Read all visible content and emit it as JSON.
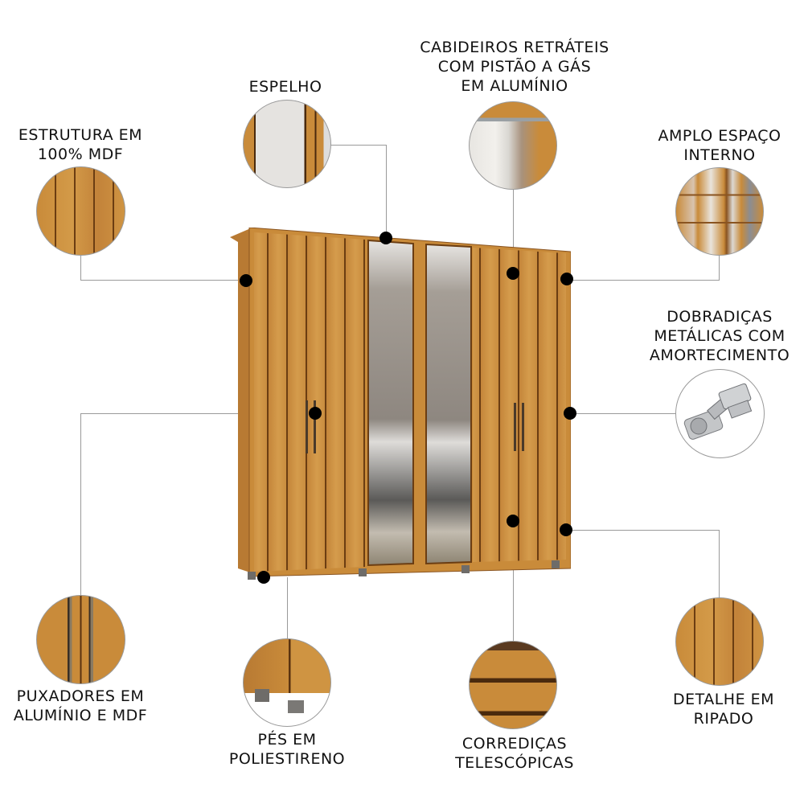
{
  "features": [
    {
      "id": "estrutura",
      "lines": [
        "ESTRUTURA EM",
        "100% MDF"
      ]
    },
    {
      "id": "espelho",
      "lines": [
        "ESPELHO"
      ]
    },
    {
      "id": "cabideiros",
      "lines": [
        "CABIDEIROS RETRÁTEIS",
        "COM PISTÃO A GÁS",
        "EM ALUMÍNIO"
      ]
    },
    {
      "id": "amplo",
      "lines": [
        "AMPLO ESPAÇO",
        "INTERNO"
      ]
    },
    {
      "id": "dobradicas",
      "lines": [
        "DOBRADIÇAS",
        "METÁLICAS COM",
        "AMORTECIMENTO"
      ]
    },
    {
      "id": "puxadores",
      "lines": [
        "PUXADORES EM",
        "ALUMÍNIO E MDF"
      ]
    },
    {
      "id": "pes",
      "lines": [
        "PÉS EM",
        "POLIESTIRENO"
      ]
    },
    {
      "id": "corredicas",
      "lines": [
        "CORREDIÇAS",
        "TELESCÓPICAS"
      ]
    },
    {
      "id": "ripado",
      "lines": [
        "DETALHE EM",
        "RIPADO"
      ]
    }
  ],
  "colors": {
    "wood": "#c98b3a",
    "wood_groove": "#6b3d12",
    "leader_line": "#9a9a9a",
    "marker": "#000000",
    "mirror": "#b9b4ad"
  }
}
